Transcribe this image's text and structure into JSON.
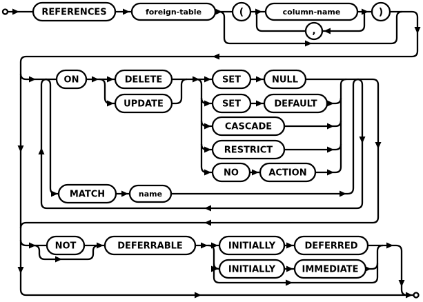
{
  "diagram": {
    "kind": "railroad-syntax-diagram",
    "colors": {
      "line": "#000000",
      "background": "#ffffff",
      "node_fill": "#ffffff"
    },
    "nodes": {
      "references": "REFERENCES",
      "foreign_table": "foreign-table",
      "open_paren": "(",
      "column_name": "column-name",
      "close_paren": ")",
      "comma": ",",
      "on": "ON",
      "delete": "DELETE",
      "update": "UPDATE",
      "set1": "SET",
      "null": "NULL",
      "set2": "SET",
      "default": "DEFAULT",
      "cascade": "CASCADE",
      "restrict": "RESTRICT",
      "no": "NO",
      "action": "ACTION",
      "match": "MATCH",
      "name": "name",
      "not": "NOT",
      "deferrable": "DEFERRABLE",
      "initially1": "INITIALLY",
      "deferred": "DEFERRED",
      "initially2": "INITIALLY",
      "immediate": "IMMEDIATE"
    }
  }
}
